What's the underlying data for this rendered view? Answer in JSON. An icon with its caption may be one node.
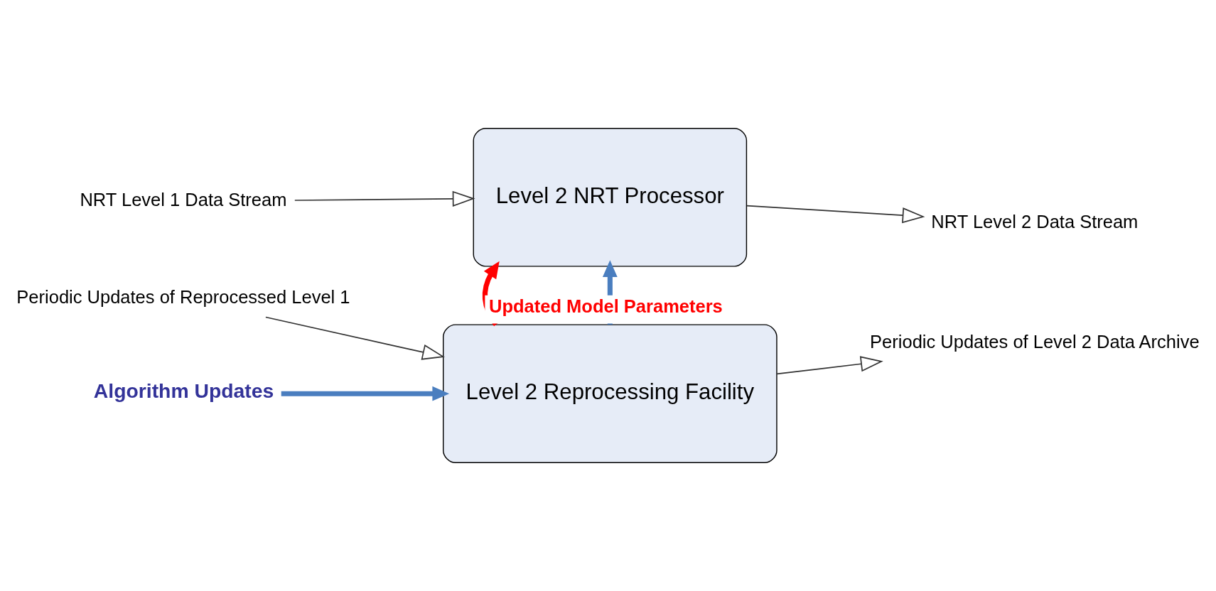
{
  "diagram": {
    "nodes": [
      {
        "text": [
          "NRT Level 1 Data Stream"
        ]
      },
      {
        "text": [
          "Level 2 NRT Processor"
        ]
      },
      {
        "text": [
          "NRT Level 2 Data Stream"
        ]
      },
      {
        "text": [
          "Periodic Updates of Reprocessed Level 1"
        ]
      },
      {
        "text": [
          "Level 2 Reprocessing Facility"
        ]
      },
      {
        "text": [
          "Periodic Updates of Level 2 Data Archive"
        ]
      },
      {
        "text": [
          "Algorithm Updates"
        ]
      }
    ],
    "edges": [
      {
        "from": 0,
        "to": 1,
        "arrow": "to"
      },
      {
        "from": 1,
        "to": 2,
        "arrow": "to"
      },
      {
        "from": 3,
        "to": 4,
        "arrow": "to"
      },
      {
        "from": 4,
        "to": 5,
        "arrow": "to"
      },
      {
        "from": 4,
        "to": 1,
        "arrow": "to",
        "style": "thick",
        "color": "#4a7ebf"
      },
      {
        "from": 4,
        "to": 1,
        "arrow": "to",
        "style": "thick",
        "color": "#ff0000",
        "label": "Updated Model Parameters"
      },
      {
        "from": 6,
        "to": 4,
        "arrow": "to",
        "style": "thick",
        "color": "#4a7ebf"
      }
    ]
  }
}
